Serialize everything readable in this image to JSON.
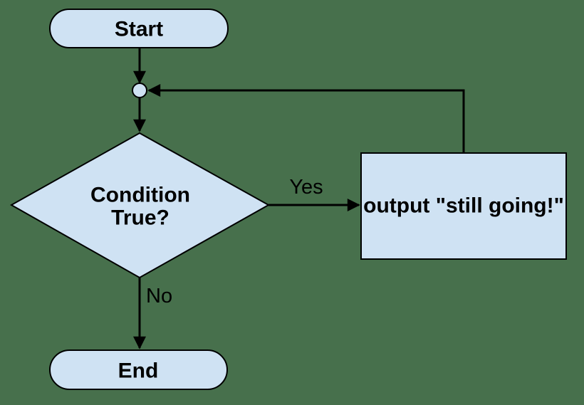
{
  "canvas": {
    "background_color": "#47704c",
    "shape_fill": "#cfe2f3",
    "stroke_color": "#000000",
    "text_color": "#000000"
  },
  "nodes": {
    "start": {
      "type": "terminator",
      "label": "Start"
    },
    "junction": {
      "type": "connector-dot"
    },
    "condition": {
      "type": "decision",
      "lines": [
        "Condition",
        "True?"
      ]
    },
    "output": {
      "type": "process",
      "label": "output \"still going!\""
    },
    "end": {
      "type": "terminator",
      "label": "End"
    }
  },
  "edges": {
    "start_to_junction": {
      "label": ""
    },
    "junction_to_condition": {
      "label": ""
    },
    "condition_to_output": {
      "label": "Yes"
    },
    "condition_to_end": {
      "label": "No"
    },
    "output_loop_to_junction": {
      "label": ""
    }
  }
}
